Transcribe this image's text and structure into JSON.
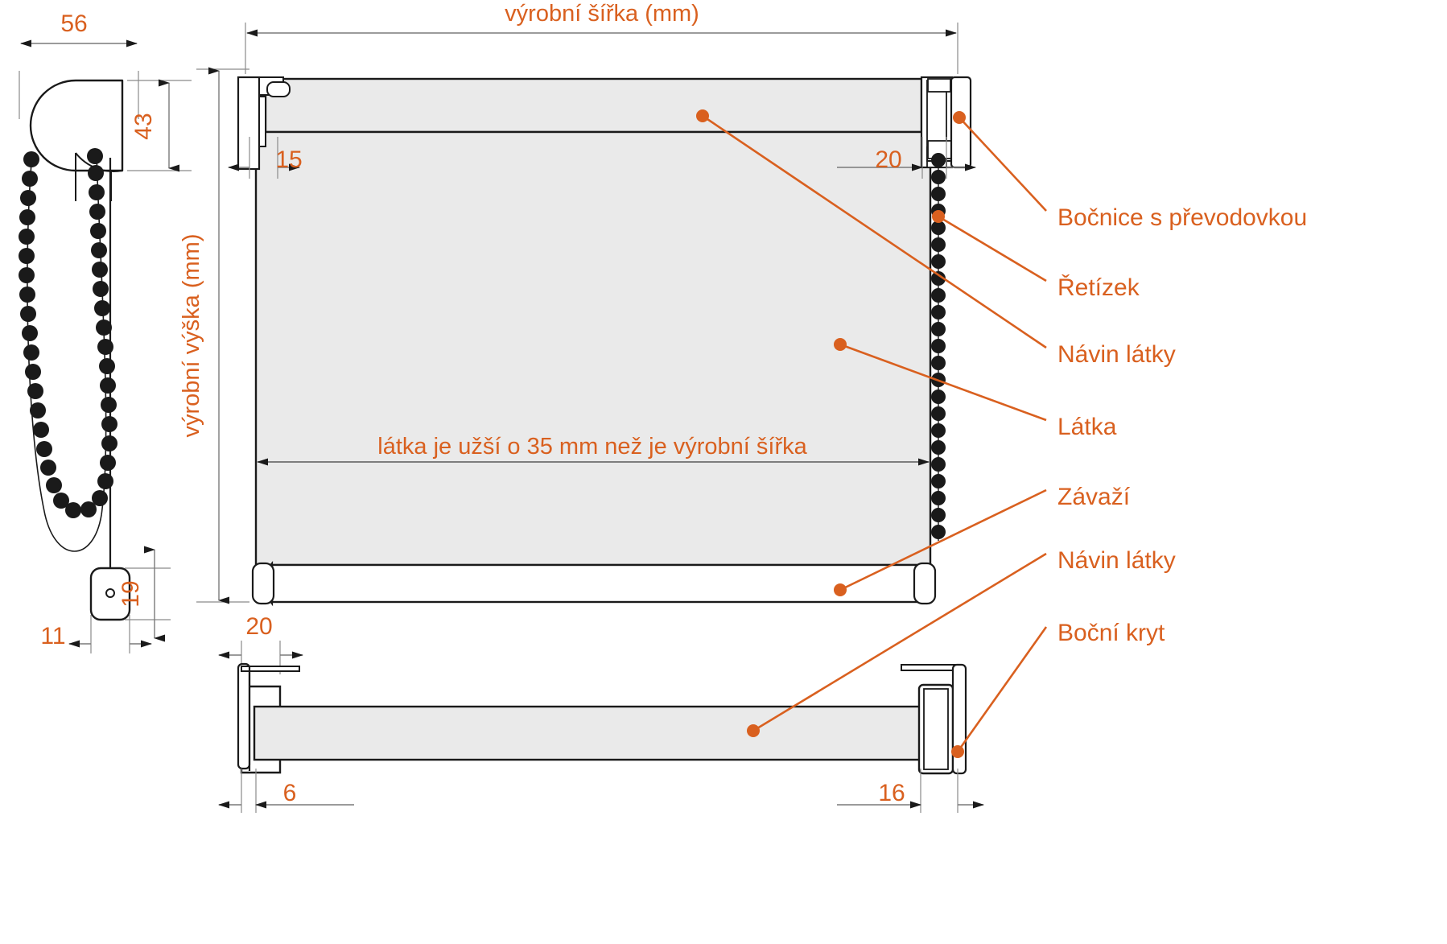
{
  "drawing": {
    "kind": "technical-dimension-drawing",
    "subject": "roller blind (roleta) — front view, chain detail, side section",
    "language": "cs",
    "colors": {
      "accent": "#d9601f",
      "outline": "#1a1a1a",
      "fill": "#eaeaea",
      "dimension_line": "#7a7a7a",
      "background": "#ffffff"
    }
  },
  "titles": {
    "width_title": "výrobní šířka (mm)",
    "height_title": "výrobní výška (mm)"
  },
  "notes": {
    "fabric_note": "látka je užší o 35 mm než je výrobní šířka"
  },
  "dimensions": {
    "bracket_depth": "56",
    "bracket_height": "43",
    "left_inset": "15",
    "right_inset": "20",
    "tensioner_height": "19",
    "tensioner_width": "11",
    "section_left": "20",
    "section_bottom_left": "6",
    "section_bottom_right": "16"
  },
  "callouts": [
    {
      "id": "bocnice-s-prevodovkou",
      "label": "Bočnice s převodovkou"
    },
    {
      "id": "retizek",
      "label": "Řetízek"
    },
    {
      "id": "navin-latky-top",
      "label": "Návin látky"
    },
    {
      "id": "latka",
      "label": "Látka"
    },
    {
      "id": "zavazi",
      "label": "Závaží"
    },
    {
      "id": "navin-latky-section",
      "label": "Návin látky"
    },
    {
      "id": "bocni-kryt",
      "label": "Boční kryt"
    }
  ]
}
